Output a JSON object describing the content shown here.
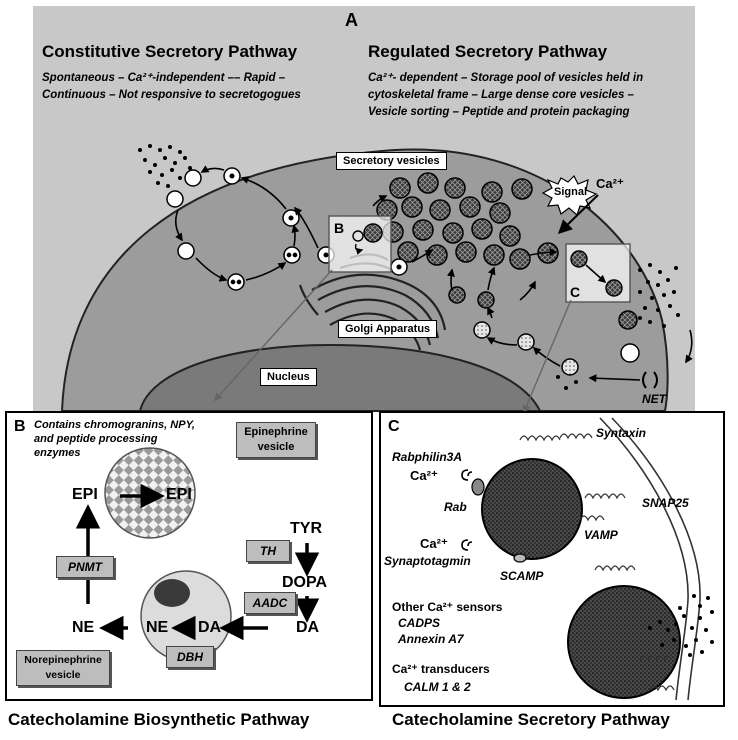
{
  "panel_a": {
    "letter": "A",
    "constitutive": {
      "title": "Constitutive Secretory Pathway",
      "desc_line1": "Spontaneous – Ca²⁺-independent –– Rapid –",
      "desc_line2": "Continuous – Not responsive to secretogogues"
    },
    "regulated": {
      "title": "Regulated Secretory Pathway",
      "desc_line1": "Ca²⁺- dependent – Storage pool of vesicles held in",
      "desc_line2": "cytoskeletal frame – Large dense core vesicles –",
      "desc_line3": "Vesicle sorting – Peptide and protein packaging"
    },
    "labels": {
      "secretory_vesicles": "Secretory vesicles",
      "signal": "Signal",
      "ca": "Ca²⁺",
      "golgi": "Golgi Apparatus",
      "nucleus": "Nucleus",
      "net": "NET",
      "inset_b": "B",
      "inset_c": "C"
    }
  },
  "panel_b": {
    "letter": "B",
    "note_line1": "Contains chromogranins, NPY,",
    "note_line2": "and peptide processing",
    "note_line3": "enzymes",
    "epi_vesicle_line1": "Epinephrine",
    "epi_vesicle_line2": "vesicle",
    "ne_vesicle_line1": "Norepinephrine",
    "ne_vesicle_line2": "vesicle",
    "epi_left": "EPI",
    "epi_right": "EPI",
    "tyr": "TYR",
    "dopa": "DOPA",
    "da_right": "DA",
    "da_inner": "DA",
    "ne_inner": "NE",
    "ne_left": "NE",
    "enzymes": {
      "pnmt": "PNMT",
      "th": "TH",
      "aadc": "AADC",
      "dbh": "DBH"
    }
  },
  "panel_c": {
    "letter": "C",
    "syntaxin": "Syntaxin",
    "rabphilin": "Rabphilin3A",
    "ca_top": "Ca²⁺",
    "rab": "Rab",
    "snap25": "SNAP25",
    "vamp": "VAMP",
    "ca_bottom": "Ca²⁺",
    "synaptotagmin": "Synaptotagmin",
    "scamp": "SCAMP",
    "other_sensors": "Other Ca²⁺ sensors",
    "cadps": "CADPS",
    "annexin": "Annexin A7",
    "transducers": "Ca²⁺ transducers",
    "calm": "CALM 1 & 2"
  },
  "footer": {
    "left_title": "Catecholamine Biosynthetic Pathway",
    "right_title": "Catecholamine Secretory Pathway"
  }
}
